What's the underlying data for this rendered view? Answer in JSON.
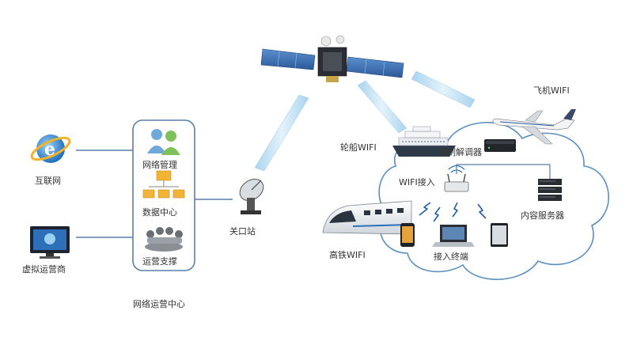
{
  "labels": {
    "internet": "互联网",
    "virtual_operator": "虚拟运营商",
    "network_mgmt": "网络管理",
    "data_center": "数据中心",
    "ops_support": "运营支撑",
    "noc": "网络运营中心",
    "gateway": "关口站",
    "ship_wifi": "轮船WIFI",
    "modem": "调制解调器",
    "plane_wifi": "飞机WIFI",
    "wifi_access": "WIFI接入",
    "content_server": "内容服务器",
    "train_wifi": "高铁WIFI",
    "access_terminal": "接入终端"
  },
  "colors": {
    "line": "#5a7fa8",
    "beam": "#bfe0f2",
    "cloud_stroke": "#5a8fbf",
    "solar_panel": "#3a6fb0"
  },
  "icons": [
    "internet-explorer-icon",
    "monitor-icon",
    "users-icon",
    "folder-tree-icon",
    "people-meeting-icon",
    "satellite-dish-icon",
    "satellite-icon",
    "ship-icon",
    "modem-icon",
    "airplane-icon",
    "router-icon",
    "server-icon",
    "train-icon",
    "phone-icon",
    "laptop-icon",
    "tablet-icon"
  ]
}
